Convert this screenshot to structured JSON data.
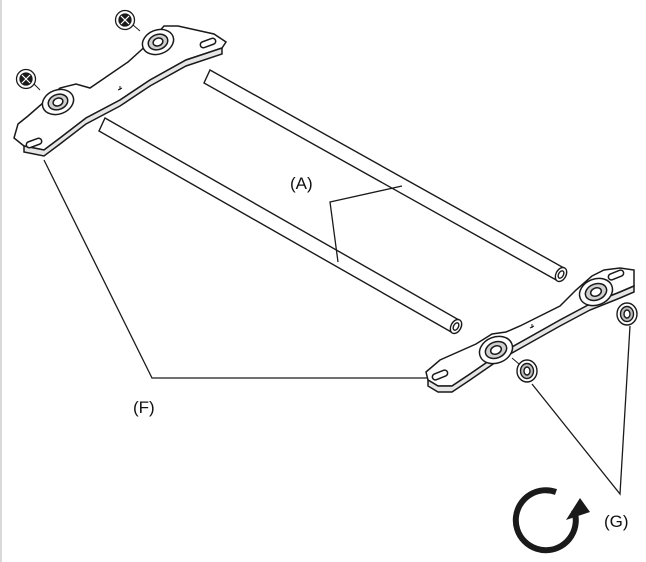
{
  "callouts": {
    "a": "(A)",
    "f": "(F)",
    "g": "(G)"
  },
  "colors": {
    "line": "#1a1a1a",
    "part_fill": "#ffffff",
    "shade": "#dcdcdc"
  },
  "icons": [
    "rotate-clockwise-icon"
  ]
}
